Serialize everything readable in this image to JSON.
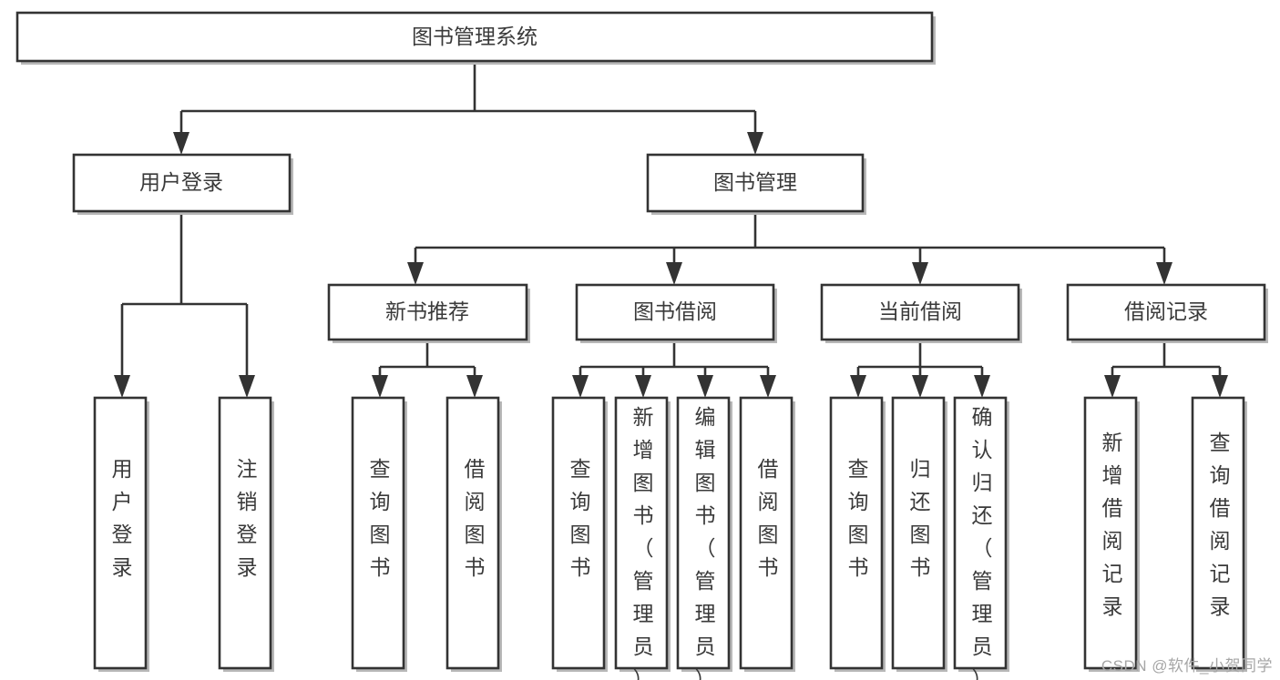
{
  "diagram": {
    "type": "tree-hierarchy",
    "title": "图书管理系统",
    "watermark": "CSDN @软件_小贺同学",
    "colors": {
      "box_stroke": "#333333",
      "box_fill": "#ffffff",
      "text": "#3a3a3a",
      "shadow": "#b8b8b8",
      "watermark": "#a6a6a6",
      "background": "#ffffff"
    },
    "root": {
      "id": "root",
      "label": "图书管理系统"
    },
    "level1": [
      {
        "id": "user-login",
        "label": "用户登录"
      },
      {
        "id": "book-manage",
        "label": "图书管理"
      }
    ],
    "level2": [
      {
        "id": "new-book-rec",
        "label": "新书推荐",
        "parent": "book-manage"
      },
      {
        "id": "book-borrow",
        "label": "图书借阅",
        "parent": "book-manage"
      },
      {
        "id": "current-borrow",
        "label": "当前借阅",
        "parent": "book-manage"
      },
      {
        "id": "borrow-record",
        "label": "借阅记录",
        "parent": "book-manage"
      }
    ],
    "leaves": {
      "user-login": [
        {
          "id": "leaf-user-login",
          "label": "用户登录"
        },
        {
          "id": "leaf-logout",
          "label": "注销登录"
        }
      ],
      "new-book-rec": [
        {
          "id": "leaf-query-book-1",
          "label": "查询图书"
        },
        {
          "id": "leaf-borrow-book-1",
          "label": "借阅图书"
        }
      ],
      "book-borrow": [
        {
          "id": "leaf-query-book-2",
          "label": "查询图书"
        },
        {
          "id": "leaf-add-book",
          "label": "新增图书（管理员）"
        },
        {
          "id": "leaf-edit-book",
          "label": "编辑图书（管理员）"
        },
        {
          "id": "leaf-borrow-book-2",
          "label": "借阅图书"
        }
      ],
      "current-borrow": [
        {
          "id": "leaf-query-book-3",
          "label": "查询图书"
        },
        {
          "id": "leaf-return-book",
          "label": "归还图书"
        },
        {
          "id": "leaf-confirm-return",
          "label": "确认归还（管理员）"
        }
      ],
      "borrow-record": [
        {
          "id": "leaf-add-record",
          "label": "新增借阅记录"
        },
        {
          "id": "leaf-query-record",
          "label": "查询借阅记录"
        }
      ]
    }
  }
}
